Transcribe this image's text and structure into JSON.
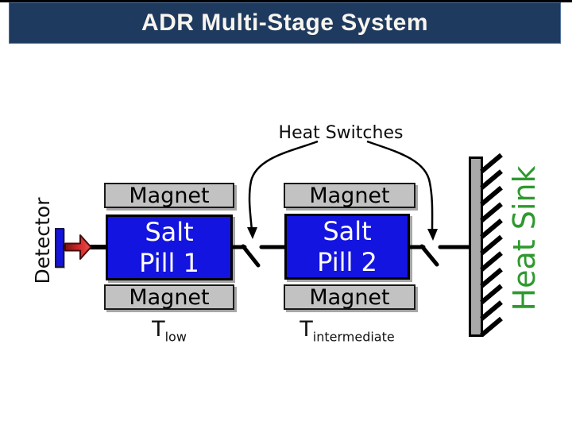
{
  "slide": {
    "title": "ADR Multi-Stage System"
  },
  "diagram": {
    "heat_switches_label": "Heat Switches",
    "detector": {
      "label": "Detector"
    },
    "heat_sink": {
      "label": "Heat Sink"
    },
    "stages": [
      {
        "magnet_top": "Magnet",
        "pill_line1": "Salt",
        "pill_line2": "Pill 1",
        "magnet_bottom": "Magnet",
        "temp_symbol": "T",
        "temp_subscript": "low"
      },
      {
        "magnet_top": "Magnet",
        "pill_line1": "Salt",
        "pill_line2": "Pill 2",
        "magnet_bottom": "Magnet",
        "temp_symbol": "T",
        "temp_subscript": "intermediate"
      }
    ]
  },
  "colors": {
    "header_navy": "#1F3A5F",
    "title_text": "#F7F5EE",
    "salt_pill_blue": "#1414E0",
    "magnet_gray": "#C2C2C2",
    "heat_sink_bar_gray": "#A9A9A9",
    "heat_sink_green": "#2E992E",
    "arrow_red_bright": "#E04040",
    "arrow_red_dark": "#6E0E0E",
    "line_black": "#000000"
  }
}
